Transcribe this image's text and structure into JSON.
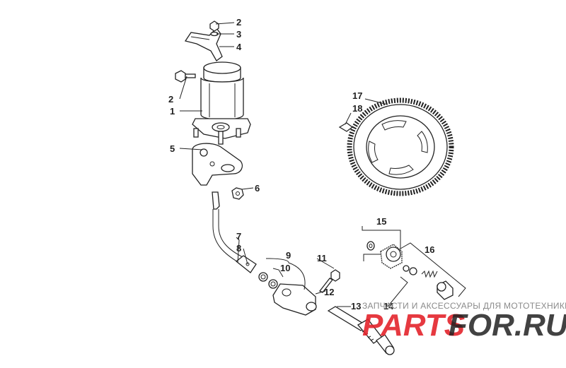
{
  "diagram": {
    "callouts": [
      "2",
      "3",
      "4",
      "2",
      "1",
      "5",
      "6",
      "7",
      "8",
      "9",
      "10",
      "11",
      "12",
      "13",
      "14",
      "15",
      "16",
      "17",
      "18"
    ],
    "watermark": {
      "caption": "ЗАПЧАСТИ И АКСЕССУАРЫ ДЛЯ МОТОТЕХНИКИ",
      "logo_left": "PARTS",
      "logo_right": "FOR.RU"
    }
  }
}
